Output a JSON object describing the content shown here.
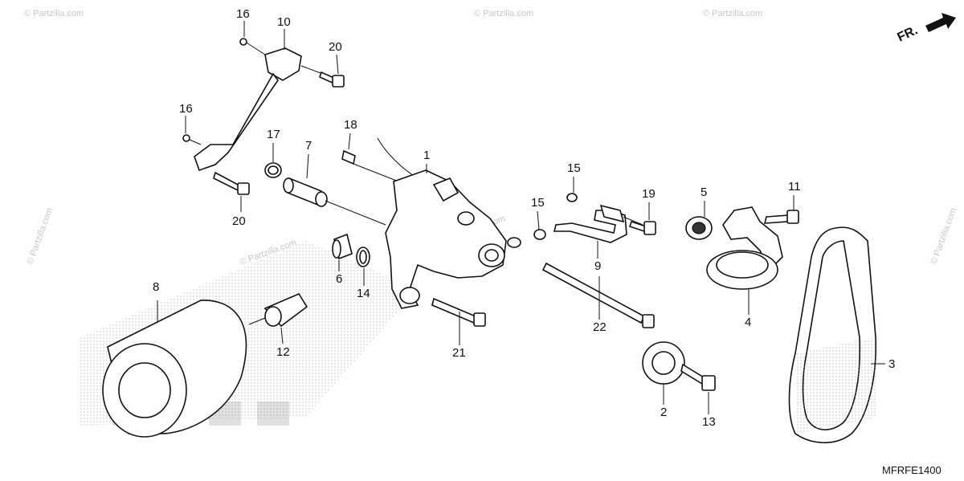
{
  "watermark": "© Partzilla.com",
  "direction_marker": "FR.",
  "diagram_code": "MFRFE1400",
  "callouts": [
    "16",
    "10",
    "20",
    "16",
    "20",
    "17",
    "7",
    "18",
    "1",
    "15",
    "15",
    "19",
    "9",
    "5",
    "11",
    "6",
    "14",
    "8",
    "12",
    "21",
    "22",
    "4",
    "2",
    "13",
    "3"
  ]
}
